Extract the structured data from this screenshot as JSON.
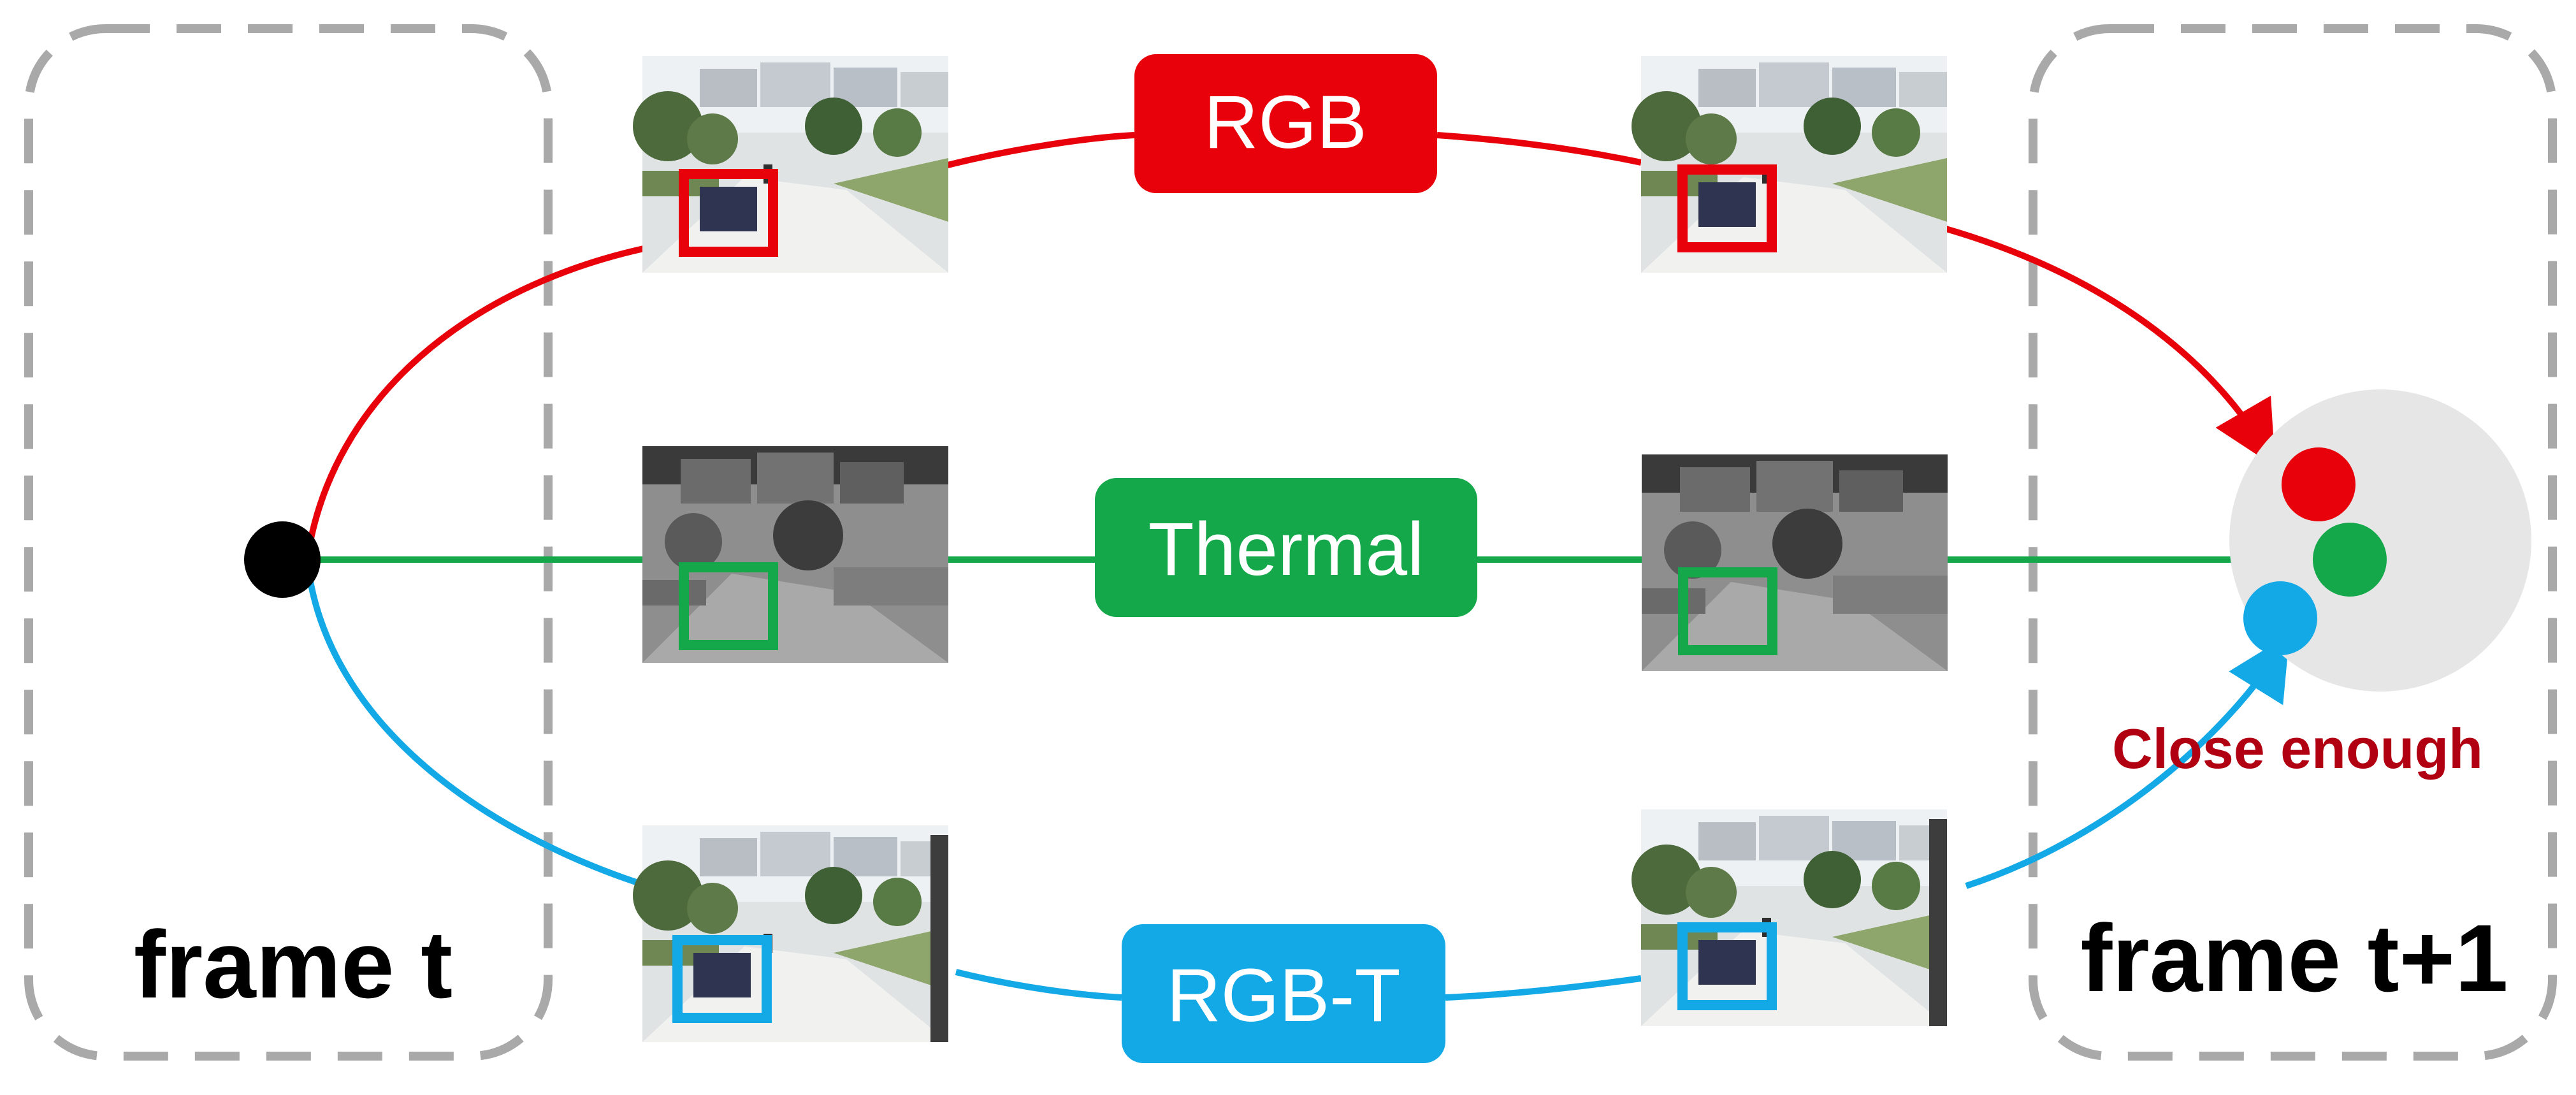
{
  "labels": {
    "frame_t": "frame t",
    "frame_t1": "frame t+1",
    "close_enough": "Close enough"
  },
  "modalities": {
    "rgb": "RGB",
    "thermal": "Thermal",
    "rgbt": "RGB-T"
  },
  "colors": {
    "rgb": "#e8000b",
    "thermal": "#14a84a",
    "rgbt": "#13a9e6",
    "frame_border": "#a9a9a9",
    "close_enough_text": "#b00012",
    "target_halo": "#e6e6e6",
    "start_dot": "#000000"
  },
  "thumbnails": [
    {
      "modality": "rgb",
      "side": "t"
    },
    {
      "modality": "rgb",
      "side": "t+1"
    },
    {
      "modality": "thermal",
      "side": "t"
    },
    {
      "modality": "thermal",
      "side": "t+1"
    },
    {
      "modality": "rgbt",
      "side": "t"
    },
    {
      "modality": "rgbt",
      "side": "t+1"
    }
  ]
}
